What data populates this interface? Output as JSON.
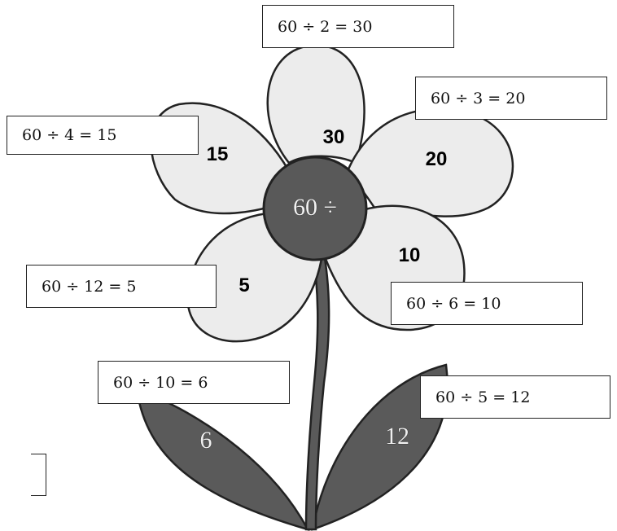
{
  "flower": {
    "center_label": "60 ÷",
    "petals": [
      {
        "id": "top",
        "equation": "60 ÷ 2 = 30",
        "answer": "30"
      },
      {
        "id": "upper-right",
        "equation": "60 ÷ 3 = 20",
        "answer": "20"
      },
      {
        "id": "upper-left",
        "equation": "60 ÷ 4 = 15",
        "answer": "15"
      },
      {
        "id": "lower-right",
        "equation": "60 ÷ 6 = 10",
        "answer": "10"
      },
      {
        "id": "lower-left",
        "equation": "60 ÷ 12 = 5",
        "answer": "5"
      }
    ],
    "leaves": [
      {
        "id": "left",
        "equation": "60 ÷ 10 = 6",
        "answer": "6"
      },
      {
        "id": "right",
        "equation": "60 ÷ 5 = 12",
        "answer": "12"
      }
    ]
  },
  "colors": {
    "petal_fill": "#ececec",
    "leaf_fill": "#5a5a5a",
    "center_fill": "#595959",
    "outline": "#222222"
  }
}
